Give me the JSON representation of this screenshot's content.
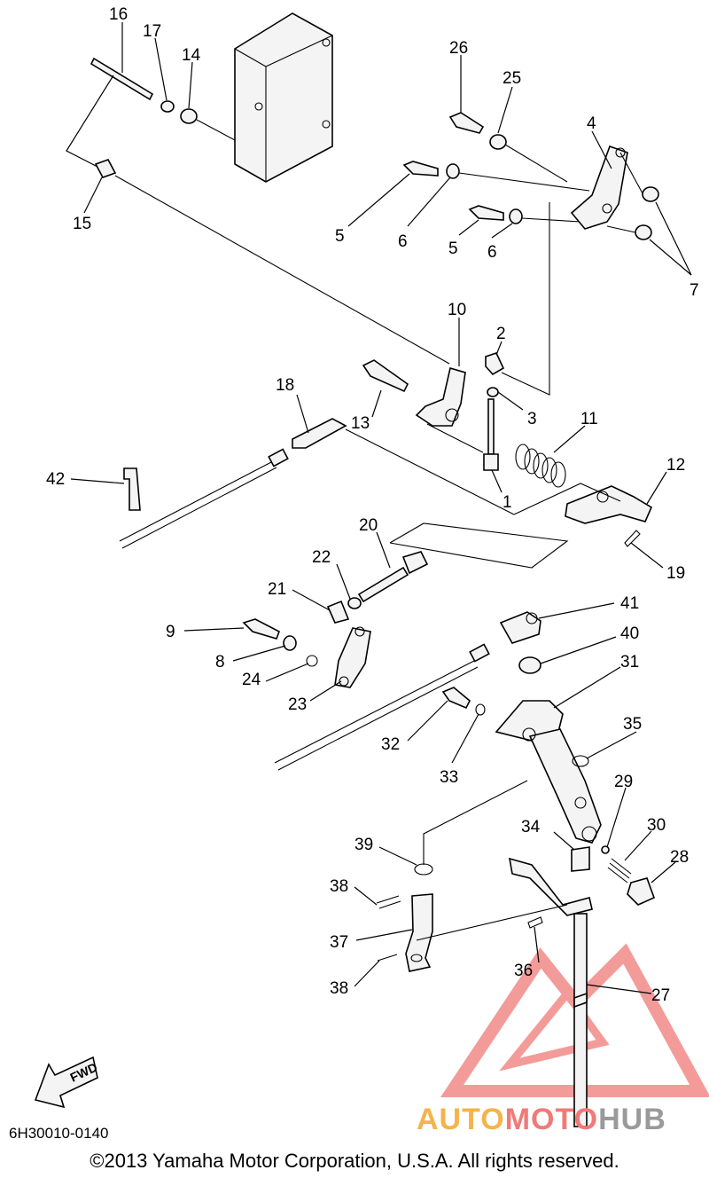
{
  "diagram": {
    "code": "6H30010-0140",
    "copyright": "©2013 Yamaha Motor Corporation, U.S.A. All rights reserved.",
    "fwd_label": "FWD",
    "watermark": {
      "part1": "AUTO",
      "part2": "MOTO",
      "part3": "HUB"
    },
    "colors": {
      "line": "#000000",
      "watermark_red": "#f07a78",
      "watermark_orange": "#f4b34c",
      "watermark_gray": "#9a9a9a"
    },
    "labels": {
      "n16": "16",
      "n17": "17",
      "n14": "14",
      "n15": "15",
      "n26": "26",
      "n25": "25",
      "n4": "4",
      "n5a": "5",
      "n6a": "6",
      "n5b": "5",
      "n6b": "6",
      "n7": "7",
      "n10": "10",
      "n2": "2",
      "n3": "3",
      "n18": "18",
      "n13": "13",
      "n11": "11",
      "n12": "12",
      "n1": "1",
      "n42": "42",
      "n19": "19",
      "n20": "20",
      "n22": "22",
      "n21": "21",
      "n41": "41",
      "n9": "9",
      "n40": "40",
      "n8": "8",
      "n24": "24",
      "n31": "31",
      "n23": "23",
      "n35": "35",
      "n32": "32",
      "n33": "33",
      "n29": "29",
      "n30": "30",
      "n34": "34",
      "n39": "39",
      "n28": "28",
      "n38a": "38",
      "n37": "37",
      "n36": "36",
      "n38b": "38",
      "n27": "27"
    }
  }
}
